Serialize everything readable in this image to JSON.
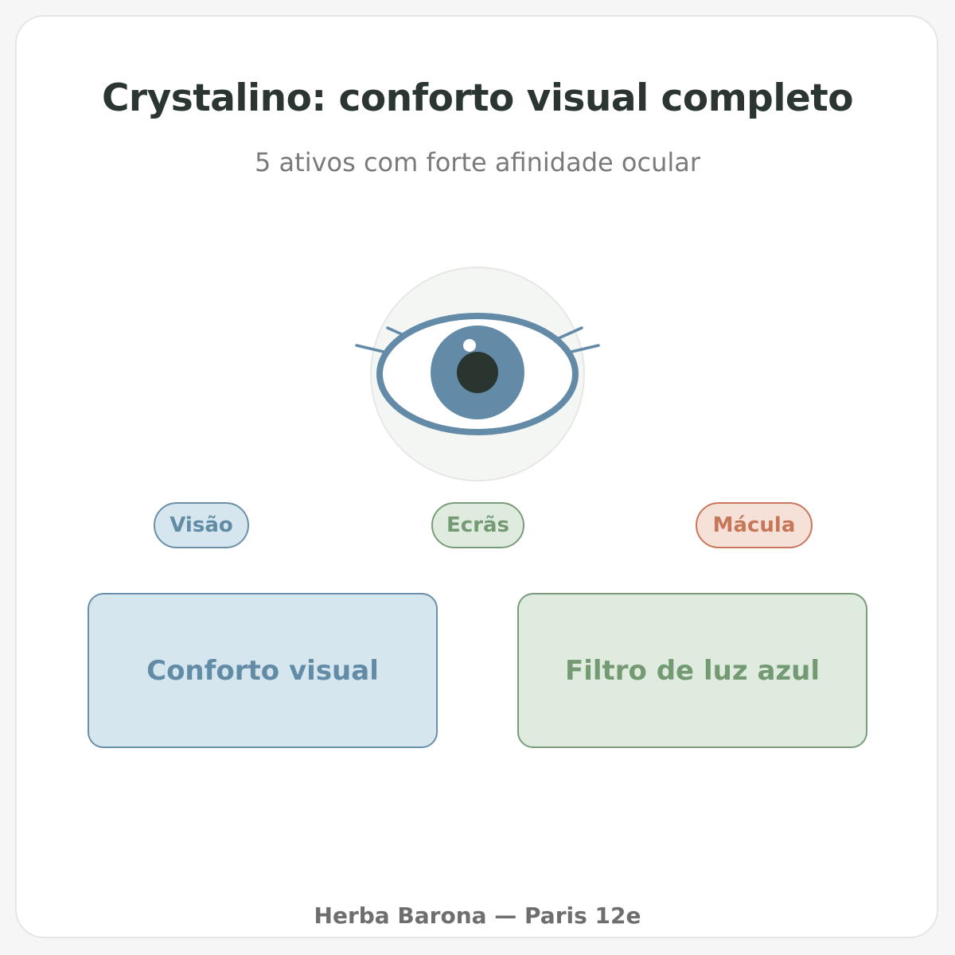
{
  "title": "Crystalino: conforto visual completo",
  "subtitle": "5 ativos com forte afinidade ocular",
  "illustration": {
    "icon": "eye-icon",
    "colors": {
      "iris": "#638ba8",
      "outline": "#638ba8",
      "pupil": "#2b3530",
      "halo": "#f3f6f3"
    }
  },
  "tags": [
    {
      "label": "Visão",
      "color": "#628ba5"
    },
    {
      "label": "Ecrãs",
      "color": "#749a74"
    },
    {
      "label": "Mácula",
      "color": "#c87658"
    }
  ],
  "benefits": [
    {
      "label": "Conforto visual",
      "color": "#628ba5"
    },
    {
      "label": "Filtro de luz azul",
      "color": "#749a74"
    }
  ],
  "footer": "Herba Barona — Paris 12e"
}
